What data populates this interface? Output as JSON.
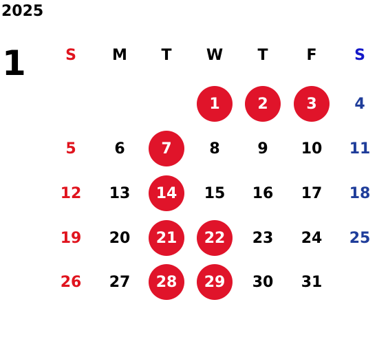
{
  "calendar": {
    "year": "2025",
    "month": "1",
    "weekday_headers": [
      "S",
      "M",
      "T",
      "W",
      "T",
      "F",
      "S"
    ],
    "first_weekday_index": 3,
    "days_in_month": 31,
    "highlighted_days": [
      1,
      2,
      3,
      7,
      14,
      21,
      22,
      28,
      29
    ],
    "colors": {
      "sunday": "#e0141e",
      "saturday_header": "#1418c8",
      "saturday": "#1f3d9a",
      "weekday": "#000000",
      "highlight_circle": "#e0142a",
      "highlight_text": "#ffffff"
    }
  }
}
